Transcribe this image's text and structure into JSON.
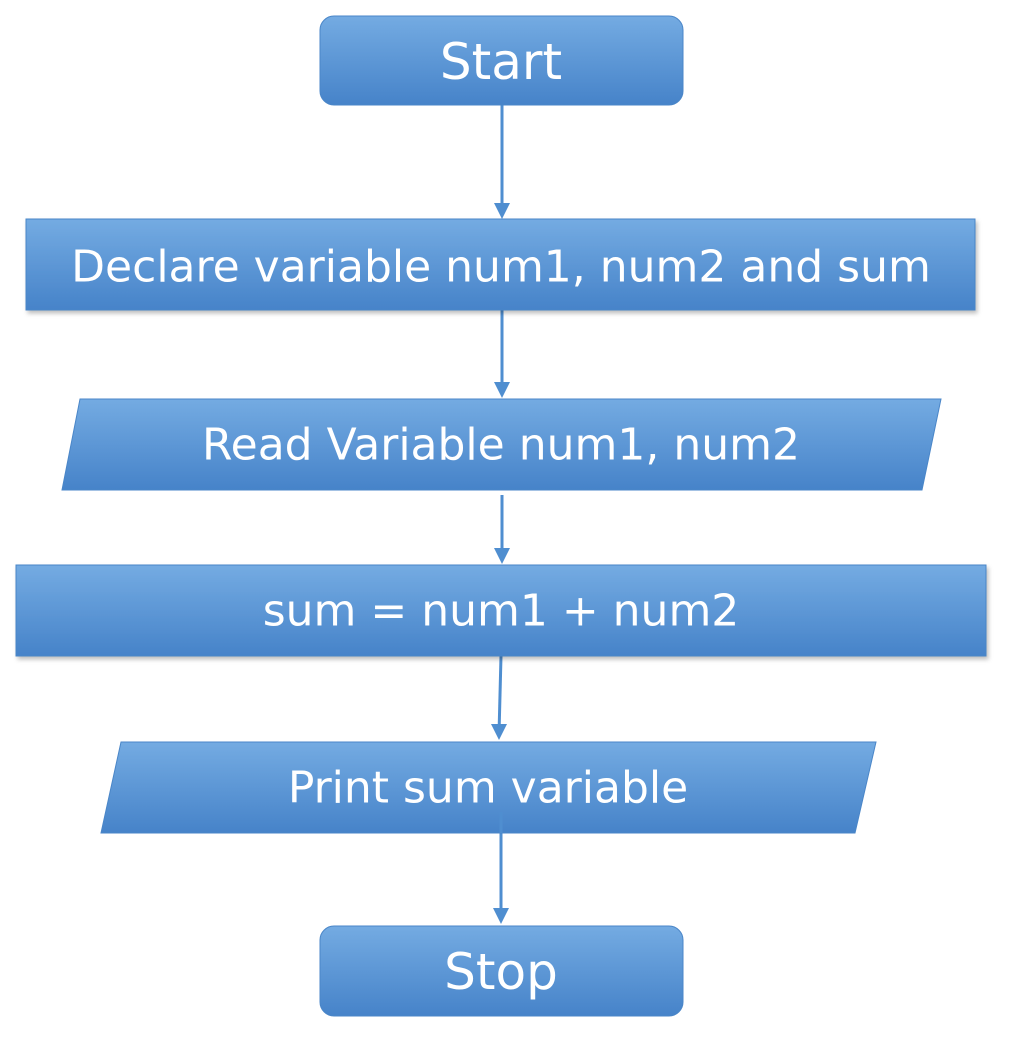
{
  "colors": {
    "box_fill_top": "#72a9e1",
    "box_fill_bottom": "#4a87cc",
    "box_stroke": "#4a86c8",
    "arrow": "#4f8ed0",
    "text": "#ffffff"
  },
  "flowchart": {
    "start": {
      "label": "Start",
      "shape": "rounded-rectangle"
    },
    "declare": {
      "label": "Declare variable num1, num2 and sum",
      "shape": "rectangle"
    },
    "read": {
      "label": "Read Variable num1, num2",
      "shape": "parallelogram"
    },
    "compute": {
      "label": "sum = num1 + num2",
      "shape": "rectangle"
    },
    "print": {
      "label": "Print sum variable",
      "shape": "parallelogram"
    },
    "stop": {
      "label": "Stop",
      "shape": "rounded-rectangle"
    }
  }
}
